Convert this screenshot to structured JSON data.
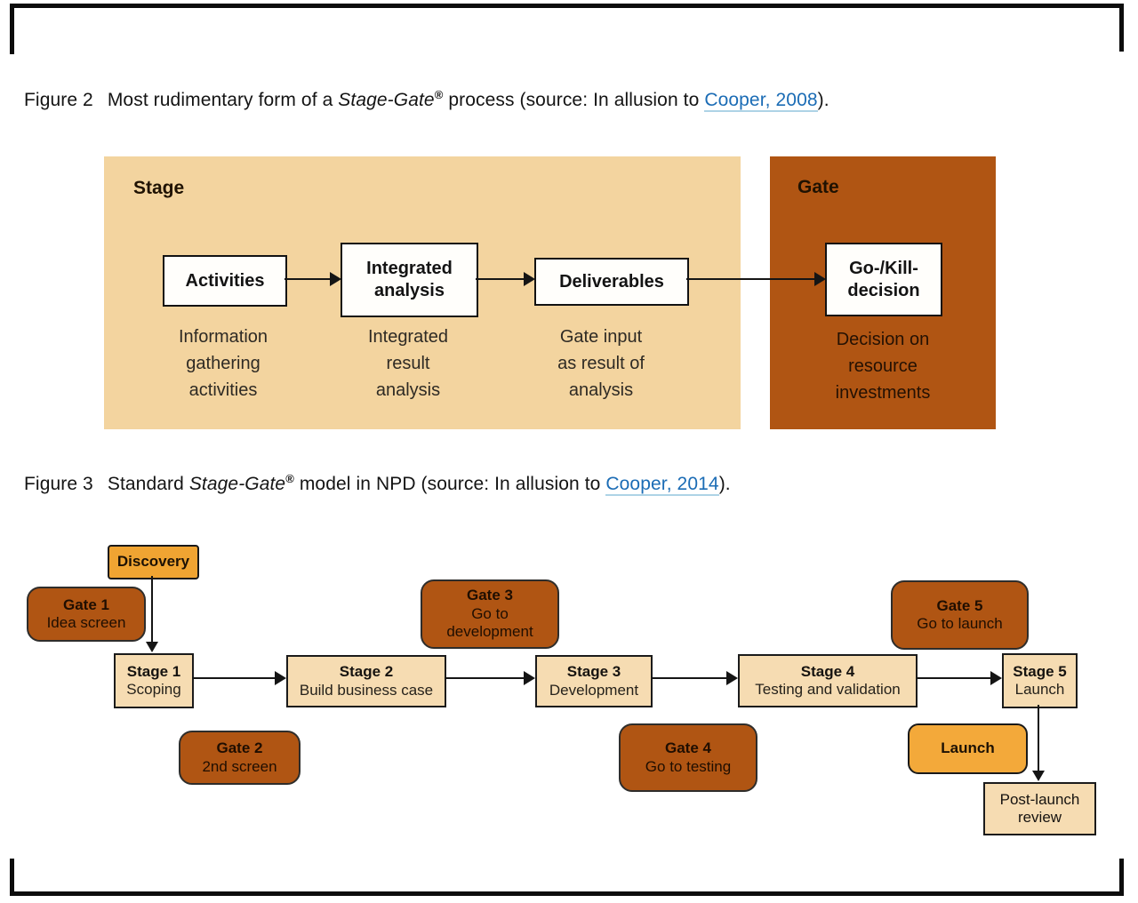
{
  "colors": {
    "stage_panel_fill": "#f3d49f",
    "stage_box_fill": "#f6dcb2",
    "gate_fill": "#b05513",
    "accent_orange": "#f0a432",
    "link_blue": "#1b6cb5",
    "frame_black": "#0c0c0c"
  },
  "fig2": {
    "caption": {
      "label": "Figure 2",
      "text_pre": "Most rudimentary form of a ",
      "italic": "Stage-Gate",
      "trademark": "®",
      "text_mid": " process (source: In allusion to ",
      "link": "Cooper, 2008",
      "text_end": ")."
    },
    "stage_panel": {
      "title": "Stage",
      "boxes": [
        {
          "label": "Activities",
          "caption": "Information\ngathering\nactivities"
        },
        {
          "label": "Integrated\nanalysis",
          "caption": "Integrated\nresult\nanalysis"
        },
        {
          "label": "Deliverables",
          "caption": "Gate input\nas result of\nanalysis"
        }
      ]
    },
    "gate_panel": {
      "title": "Gate",
      "box_label": "Go-/Kill-\ndecision",
      "caption": "Decision on\nresource\ninvestments"
    }
  },
  "fig3": {
    "caption": {
      "label": "Figure 3",
      "text_pre": "Standard ",
      "italic": "Stage-Gate",
      "trademark": "®",
      "text_mid": " model in NPD (source: In allusion to ",
      "link": "Cooper, 2014",
      "text_end": ")."
    },
    "nodes": {
      "discovery": {
        "label": "Discovery"
      },
      "gate1": {
        "title": "Gate 1",
        "subtitle": "Idea screen"
      },
      "stage1": {
        "title": "Stage 1",
        "subtitle": "Scoping"
      },
      "gate2": {
        "title": "Gate 2",
        "subtitle": "2nd screen"
      },
      "stage2": {
        "title": "Stage 2",
        "subtitle": "Build business case"
      },
      "gate3": {
        "title": "Gate 3",
        "subtitle": "Go to\ndevelopment"
      },
      "stage3": {
        "title": "Stage 3",
        "subtitle": "Development"
      },
      "gate4": {
        "title": "Gate 4",
        "subtitle": "Go to testing"
      },
      "stage4": {
        "title": "Stage 4",
        "subtitle": "Testing and validation"
      },
      "gate5": {
        "title": "Gate 5",
        "subtitle": "Go to launch"
      },
      "stage5": {
        "title": "Stage 5",
        "subtitle": "Launch"
      },
      "launch": {
        "label": "Launch"
      },
      "postlaunch": {
        "label": "Post-launch\nreview"
      }
    }
  }
}
